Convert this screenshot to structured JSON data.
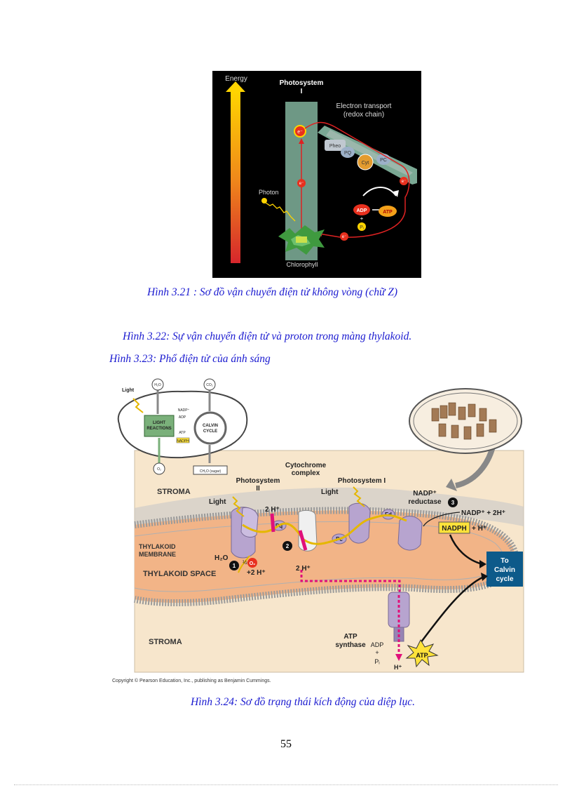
{
  "figure1": {
    "labels": {
      "energy": "Energy",
      "photosystem_line1": "Photosystem",
      "photosystem_line2": "I",
      "transport_line1": "Electron transport",
      "transport_line2": "(redox chain)",
      "photon": "Photon",
      "chlorophyll": "Chlorophyll",
      "electron": "e⁻",
      "adp": "ADP",
      "plus": "+",
      "pi": "Pᵢ",
      "atp": "ATP",
      "carriers": [
        "Pheo",
        "PQ",
        "Cyt",
        "PC"
      ]
    },
    "caption": "Hình 3.21 : Sơ đồ vận chuyển điện tử không vòng (chữ Z)"
  },
  "caption_3_22": "Hình 3.22: Sự vận chuyển điện tử và proton trong màng thylakoid.",
  "caption_3_23": "Hình 3.23: Phổ điện tử của ánh sáng",
  "figure2": {
    "inset": {
      "light": "Light",
      "h2o": "H₂O",
      "co2": "CO₂",
      "light_reactions_1": "LIGHT",
      "light_reactions_2": "REACTIONS",
      "calvin_1": "CALVIN",
      "calvin_2": "CYCLE",
      "nadp": "NADP⁺",
      "adp": "ADP",
      "atp": "ATP",
      "nadph": "NADPH",
      "o2": "O₂",
      "sugar": "CH₂O (sugar)"
    },
    "stroma_top": "STROMA",
    "stroma_bottom": "STROMA",
    "thylakoid_membrane_1": "THYLAKOID",
    "thylakoid_membrane_2": "MEMBRANE",
    "thylakoid_space": "THYLAKOID SPACE",
    "photosystem2_1": "Photosystem",
    "photosystem2_2": "II",
    "cytochrome_1": "Cytochrome",
    "cytochrome_2": "complex",
    "photosystem1": "Photosystem I",
    "nadp_reductase_1": "NADP⁺",
    "nadp_reductase_2": "reductase",
    "light_left": "Light",
    "light_right": "Light",
    "two_h_top": "2 H⁺",
    "two_h_bottom": "2 H⁺",
    "h2o": "H₂O",
    "half_o2": "½",
    "o2": "O₂",
    "plus_2h": "+2 H⁺",
    "pq": "Pq",
    "pc": "Pc",
    "fd": "Fd",
    "nadp_plus_2h": "NADP⁺ + 2H⁺",
    "nadph": "NADPH",
    "plus_h": "+ H⁺",
    "to_calvin_1": "To",
    "to_calvin_2": "Calvin",
    "to_calvin_3": "cycle",
    "atp_synthase_1": "ATP",
    "atp_synthase_2": "synthase",
    "adp": "ADP",
    "plus": "+",
    "pi": "Pᵢ",
    "h_plus": "H⁺",
    "atp": "ATP",
    "step1": "1",
    "step2": "2",
    "step3": "3",
    "copyright": "Copyright © Pearson Education, Inc., publishing as Benjamin Cummings."
  },
  "caption_3_24": "Hình 3.24: Sơ đồ trạng thái kích động của diệp lục.",
  "page_number": "55",
  "colors": {
    "caption_blue": "#1a1ad0",
    "background_black": "#000000",
    "stroma_tan": "#f7e6cc",
    "thylakoid_orange": "#f2b487",
    "membrane_purple": "#b7a4cf",
    "calvin_box": "#0d5a8a",
    "arrow_magenta": "#e0107a",
    "electron_yellow": "#e5b700"
  }
}
